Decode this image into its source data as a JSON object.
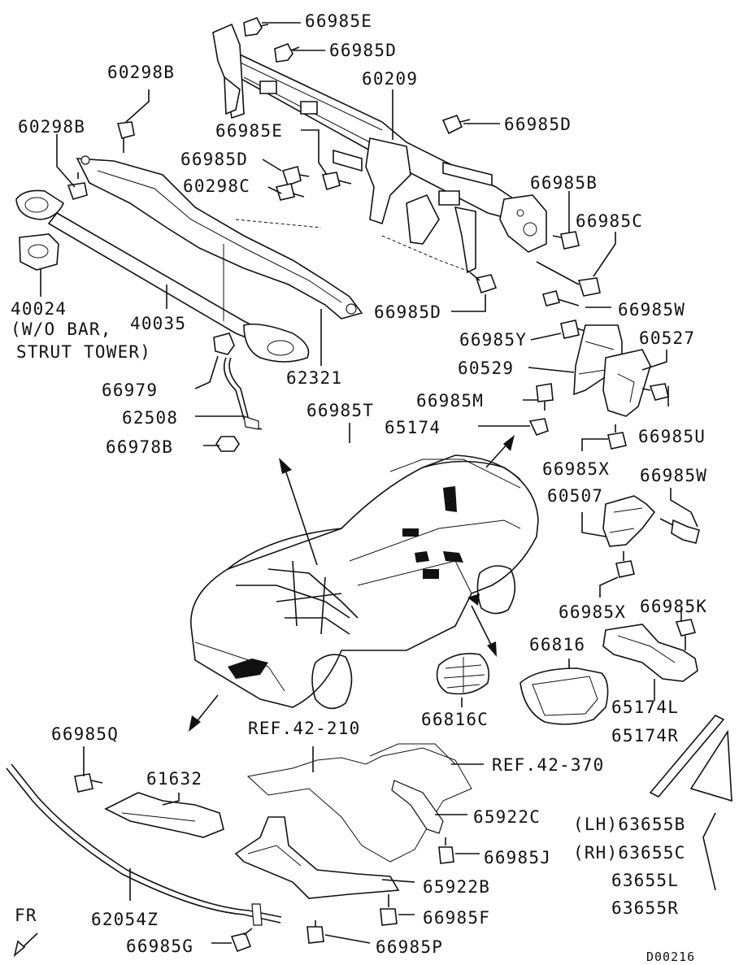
{
  "drawing_code": "D00216",
  "front_indicator": "FR",
  "labels": {
    "p66985E_top": "66985E",
    "p66985D_top": "66985D",
    "p60298B_a": "60298B",
    "p60209": "60209",
    "p60298B_b": "60298B",
    "p66985E_mid": "66985E",
    "p66985D_right": "66985D",
    "p66985D_left": "66985D",
    "p60298C": "60298C",
    "p66985B": "66985B",
    "p66985C": "66985C",
    "p40024": "40024",
    "p40024_note1": "(W/O BAR,",
    "p40024_note2": "STRUT TOWER)",
    "p40035": "40035",
    "p66985D_low": "66985D",
    "p66985W_a": "66985W",
    "p66985Y": "66985Y",
    "p60527": "60527",
    "p66979": "66979",
    "p62321": "62321",
    "p60529": "60529",
    "p66985M": "66985M",
    "p62508": "62508",
    "p66985T": "66985T",
    "p65174": "65174",
    "p66985U": "66985U",
    "p66978B": "66978B",
    "p66985X_a": "66985X",
    "p66985W_b": "66985W",
    "p60507": "60507",
    "p66985K": "66985K",
    "p66985X_b": "66985X",
    "p66816": "66816",
    "p65174L": "65174L",
    "p65174R": "65174R",
    "p66816C": "66816C",
    "p66985Q": "66985Q",
    "ref42210": "REF.42-210",
    "ref42370": "REF.42-370",
    "p61632": "61632",
    "p65922C": "65922C",
    "p63655B": "(LH)63655B",
    "p63655C": "(RH)63655C",
    "p66985J": "66985J",
    "p63655L": "63655L",
    "p65922B": "65922B",
    "p63655R": "63655R",
    "p62054Z": "62054Z",
    "p66985F": "66985F",
    "p66985G": "66985G",
    "p66985P": "66985P"
  }
}
